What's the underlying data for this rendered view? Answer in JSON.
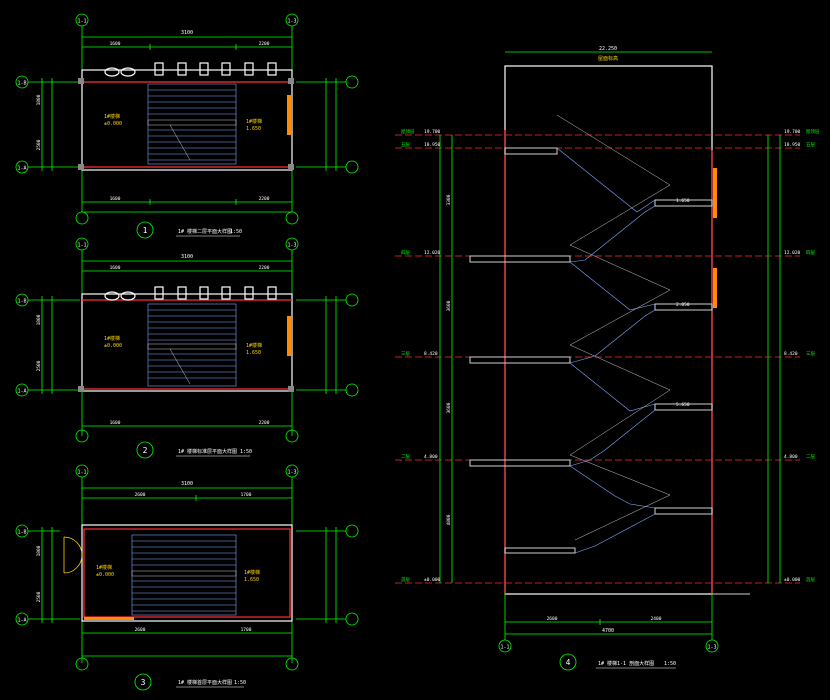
{
  "colors": {
    "background": "#000000",
    "dimension": "#00ff00",
    "axis": "#ff2a2a",
    "wall": "#ffffff",
    "stair": "#7fa8ff",
    "text_yellow": "#ffd400",
    "text_cyan": "#00e5ff"
  },
  "plans": [
    {
      "number": "1",
      "title": "1# 楼梯二层平面大样图",
      "scale": "1:50",
      "overall_dim": "3100",
      "top_dims": [
        "1600",
        "2200"
      ],
      "bottom_dims": [
        "1600",
        "2200"
      ],
      "side_dims": [
        "1800",
        "2500"
      ],
      "room_label": "1#楼梯",
      "room_elev": "±0.000",
      "landing_label": "1#楼梯",
      "landing_elev": "1.650",
      "axis_top_left": "1-1",
      "axis_top_right": "1-3",
      "axis_side_top": "1-B",
      "axis_side_bottom": "1-A"
    },
    {
      "number": "2",
      "title": "1# 楼梯标准层平面大样图",
      "scale": "1:50",
      "overall_dim": "3100",
      "top_dims": [
        "1600",
        "2200"
      ],
      "bottom_dims": [
        "1600",
        "2200"
      ],
      "side_dims": [
        "1800",
        "2500"
      ],
      "room_label": "1#楼梯",
      "room_elev": "±0.000",
      "landing_label": "1#楼梯",
      "landing_elev": "1.650",
      "axis_top_left": "1-1",
      "axis_top_right": "1-3",
      "axis_side_top": "1-B",
      "axis_side_bottom": "1-A"
    },
    {
      "number": "3",
      "title": "1# 楼梯首层平面大样图",
      "scale": "1:50",
      "overall_dim": "3100",
      "top_dims": [
        "2600",
        "1700"
      ],
      "bottom_dims": [
        "2600",
        "1700"
      ],
      "side_dims": [
        "1800",
        "2500"
      ],
      "room_label": "1#楼梯",
      "room_elev": "±0.000",
      "landing_label": "1#楼梯",
      "landing_elev": "1.650",
      "axis_top_left": "1-1",
      "axis_top_right": "1-3",
      "axis_side_top": "1-B",
      "axis_side_bottom": "1-A"
    }
  ],
  "section": {
    "number": "4",
    "title": "1# 楼梯1-1 剖面大样图",
    "scale": "1:50",
    "roof_dim": "22.250",
    "roof_label": "屋面标高",
    "bottom_dim": "4700",
    "bottom_sub_dims": [
      "2600",
      "2400"
    ],
    "levels": [
      {
        "name": "屋顶层",
        "elev": "19.700"
      },
      {
        "name": "五层",
        "elev": "18.950"
      },
      {
        "name": "四层",
        "elev": "12.020"
      },
      {
        "name": "三层",
        "elev": "8.420"
      },
      {
        "name": "二层",
        "elev": "4.800"
      },
      {
        "name": "首层",
        "elev": "±0.000"
      }
    ],
    "right_levels": [
      {
        "name": "屋顶层",
        "elev": "19.700"
      },
      {
        "name": "五层",
        "elev": "18.950"
      },
      {
        "name": "四层",
        "elev": "12.020"
      },
      {
        "name": "三层",
        "elev": "8.420"
      },
      {
        "name": "二层",
        "elev": "4.800"
      },
      {
        "name": "首层",
        "elev": "±0.000"
      }
    ],
    "floor_heights": [
      "3300",
      "3600",
      "3600",
      "4800"
    ],
    "landing_elevs": [
      "1.650",
      "2.850",
      "5.650"
    ],
    "axis_bottom_left": "1-1",
    "axis_bottom_right": "1-3"
  }
}
